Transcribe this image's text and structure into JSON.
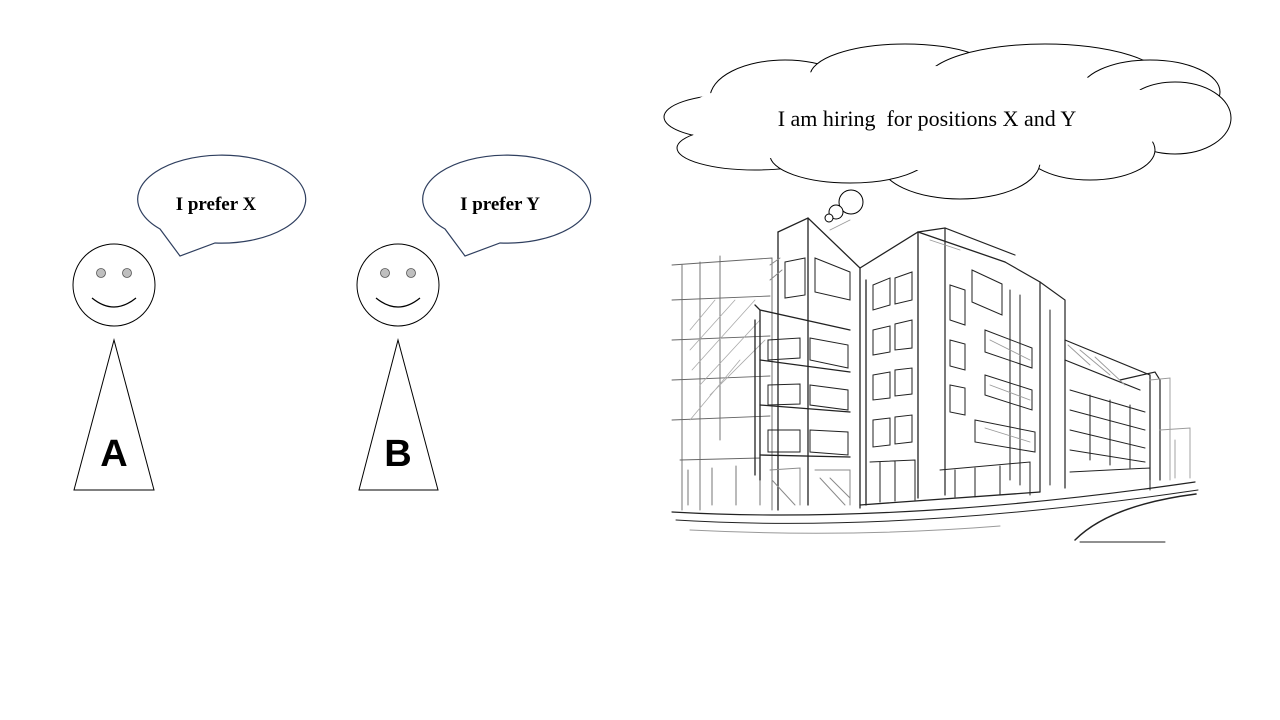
{
  "persons": [
    {
      "letter": "A",
      "speech": "I prefer X"
    },
    {
      "letter": "B",
      "speech": "I prefer Y"
    }
  ],
  "employer": {
    "thought": "I am hiring  for positions X and Y",
    "icon": "office-building-sketch"
  },
  "colors": {
    "outline": "#000000",
    "speech_outline": "#2f3f5f",
    "eye_fill": "#bfbfbf",
    "sketch_gray": "#9a9a9a"
  }
}
